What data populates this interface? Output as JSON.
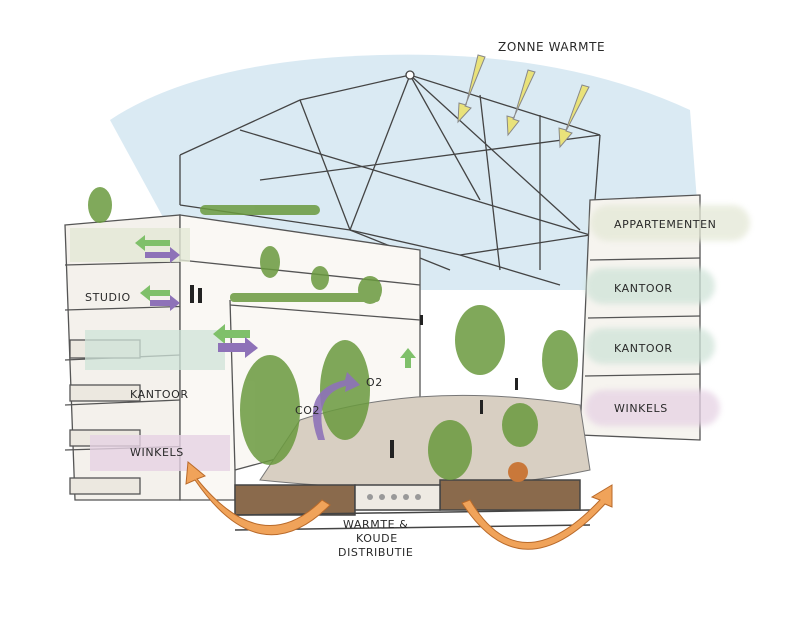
{
  "labels": {
    "zonne_warmte": "ZONNE WARMTE",
    "appartementen": "APPARTEMENTEN",
    "kantoor_right_1": "KANTOOR",
    "kantoor_right_2": "KANTOOR",
    "winkels_right": "WINKELS",
    "studio": "STUDIO",
    "kantoor_left": "KANTOOR",
    "winkels_left": "WINKELS",
    "o2": "O2",
    "co2": "CO2",
    "warmte_line1": "WARMTE &",
    "warmte_line2": "KOUDE",
    "warmte_line3": "DISTRIBUTIE"
  },
  "colors": {
    "sky": "#bcd9ea",
    "office_band": "#cfe3d8",
    "shop_band": "#e6d2e4",
    "apartment_band": "#e4e8d6",
    "heat_arrow": "#f0a35a",
    "sun_arrow": "#e9e27a",
    "air_out_arrow": "#7fc06a",
    "air_in_arrow": "#8e72b8",
    "plant": "#6a9a3e",
    "floor": "#d8cfc2",
    "soil": "#8a6a4c"
  }
}
